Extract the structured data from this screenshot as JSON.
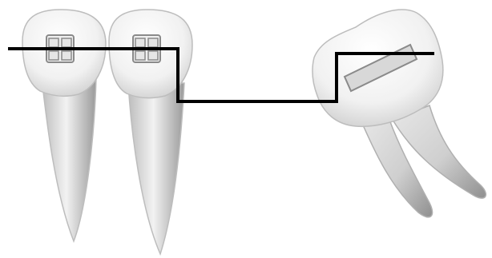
{
  "diagram": {
    "elements": [
      "single-root-tooth-left",
      "single-root-tooth-middle",
      "multi-root-tilted-tooth-right",
      "bracket-left",
      "bracket-middle",
      "buccal-tube-right",
      "archwire-with-step-bend"
    ]
  },
  "colors": {
    "background": "#ffffff",
    "tooth_light": "#f7f7f7",
    "tooth_mid": "#d9d9d9",
    "tooth_dark": "#9d9d9d",
    "outline": "#bdbdbd",
    "bracket": "#8a8a8a",
    "wire": "#000000",
    "tube_fill": "#d8d8d8"
  }
}
